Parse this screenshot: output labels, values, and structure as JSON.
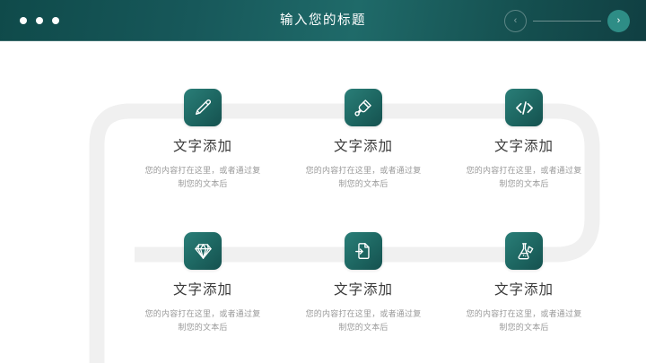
{
  "header": {
    "title": "输入您的标题",
    "dots_count": 3,
    "prev_label": "‹",
    "next_label": "›",
    "bg_color_start": "#0f4a4a",
    "bg_color_mid": "#1f6a69",
    "bg_color_end": "#103f42",
    "next_button_color": "#2e8d86"
  },
  "theme": {
    "icon_tile_color": "#1d6661",
    "title_color": "#3a3a3a",
    "body_color": "#9a9a9a",
    "track_color": "#f0f0f0"
  },
  "cells": [
    {
      "icon": "pencil-icon",
      "title": "文字添加",
      "body": "您的内容打在这里，或者通过复制您的文本后"
    },
    {
      "icon": "paint-brush-icon",
      "title": "文字添加",
      "body": "您的内容打在这里，或者通过复制您的文本后"
    },
    {
      "icon": "code-icon",
      "title": "文字添加",
      "body": "您的内容打在这里，或者通过复制您的文本后"
    },
    {
      "icon": "diamond-icon",
      "title": "文字添加",
      "body": "您的内容打在这里，或者通过复制您的文本后"
    },
    {
      "icon": "file-import-icon",
      "title": "文字添加",
      "body": "您的内容打在这里，或者通过复制您的文本后"
    },
    {
      "icon": "flask-icon",
      "title": "文字添加",
      "body": "您的内容打在这里，或者通过复制您的文本后"
    }
  ]
}
